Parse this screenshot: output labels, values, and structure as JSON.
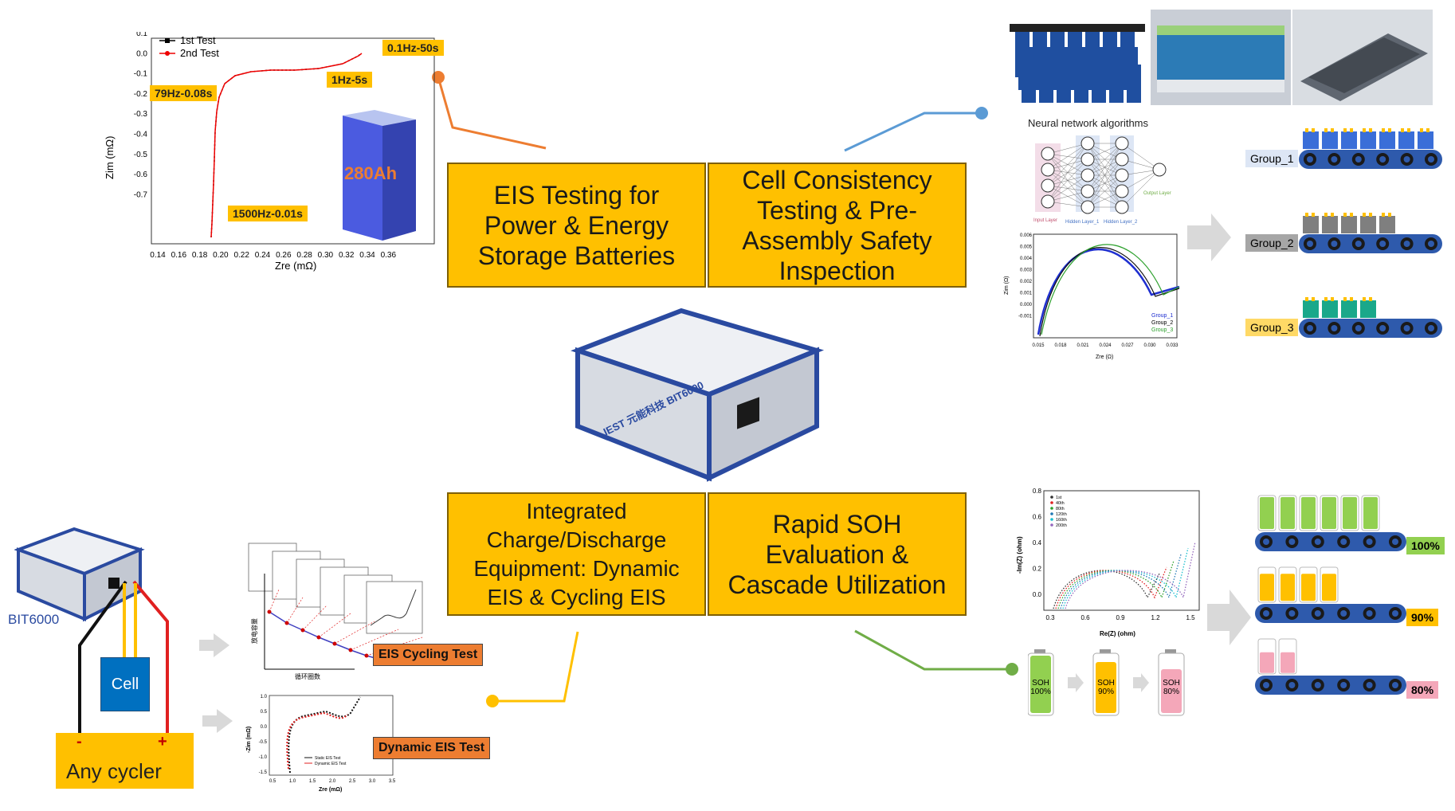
{
  "boxes": {
    "eis": "EIS Testing for\nPower & Energy\nStorage Batteries",
    "cell": "Cell Consistency\nTesting & Pre-\nAssembly Safety\nInspection",
    "integrated": "Integrated\nCharge/Discharge\nEquipment: Dynamic\nEIS & Cycling EIS",
    "soh": "Rapid SOH\nEvaluation &\nCascade Utilization"
  },
  "nyquist": {
    "legend": [
      "1st Test",
      "2nd Test"
    ],
    "xlabel": "Zre (mΩ)",
    "ylabel": "Zim (mΩ)",
    "xticks": [
      "0.14",
      "0.16",
      "0.18",
      "0.20",
      "0.22",
      "0.24",
      "0.26",
      "0.28",
      "0.30",
      "0.32",
      "0.34",
      "0.36"
    ],
    "yticks": [
      "0.1",
      "0.0",
      "-0.1",
      "-0.2",
      "-0.3",
      "-0.4",
      "-0.5",
      "-0.6",
      "-0.7"
    ],
    "callouts": [
      "0.1Hz-50s",
      "79Hz-0.08s",
      "1Hz-5s",
      "1500Hz-0.01s"
    ],
    "cell_label": "280Ah"
  },
  "neural": {
    "title": "Neural network algorithms",
    "layers": [
      "Input Layer",
      "Hidden Layer_1",
      "Hidden Layer_2",
      "Output Layer"
    ]
  },
  "consistency_plot": {
    "yticks": [
      "0.006",
      "0.005",
      "0.004",
      "0.003",
      "0.002",
      "0.001",
      "0.000",
      "-0.001"
    ],
    "xticks": [
      "0.015",
      "0.018",
      "0.021",
      "0.024",
      "0.027",
      "0.030",
      "0.033"
    ],
    "ylabel": "Zim (Ω)",
    "xlabel": "Zre (Ω)",
    "legend": [
      "Group_1",
      "Group_2",
      "Group_3"
    ]
  },
  "groups": [
    "Group_1",
    "Group_2",
    "Group_3"
  ],
  "device_label": "BIT6000",
  "device_brand": "IEST 元能科技 BIT6000",
  "wiring": {
    "cell": "Cell",
    "cycler": "Any cycler",
    "minus": "-",
    "plus": "+"
  },
  "tests": {
    "cycling": "EIS Cycling Test",
    "dynamic": "Dynamic EIS Test"
  },
  "dynamic_plot": {
    "ylabel": "-Zim (mΩ)",
    "xlabel": "Zre (mΩ)",
    "yticks": [
      "1.0",
      "0.5",
      "0.0",
      "-0.5",
      "-1.0",
      "-1.5"
    ],
    "xticks": [
      "0.5",
      "1.0",
      "1.5",
      "2.0",
      "2.5",
      "3.0",
      "3.5"
    ],
    "legend": [
      "Static EIS Test",
      "Dynamic EIS Test"
    ]
  },
  "cycling_plot": {
    "ylabel": "放电容量",
    "xlabel": "循环圈数"
  },
  "soh_plot": {
    "ylabel": "-Im(Z) (ohm)",
    "xlabel": "Re(Z) (ohm)",
    "yticks": [
      "0.8",
      "0.6",
      "0.4",
      "0.2",
      "0.0"
    ],
    "xticks": [
      "0.3",
      "0.6",
      "0.9",
      "1.2",
      "1.5"
    ],
    "legend": [
      "1st",
      "40th",
      "80th",
      "120th",
      "160th",
      "200th"
    ]
  },
  "soh_batteries": [
    "SOH\n100%",
    "SOH\n90%",
    "SOH\n80%"
  ],
  "cascade": [
    "100%",
    "90%",
    "80%"
  ],
  "colors": {
    "gold": "#ffc000",
    "orange": "#ed7d31",
    "blue_line": "#5b9bd5",
    "green_line": "#70ad47",
    "device_blue": "#2a4aa0"
  }
}
